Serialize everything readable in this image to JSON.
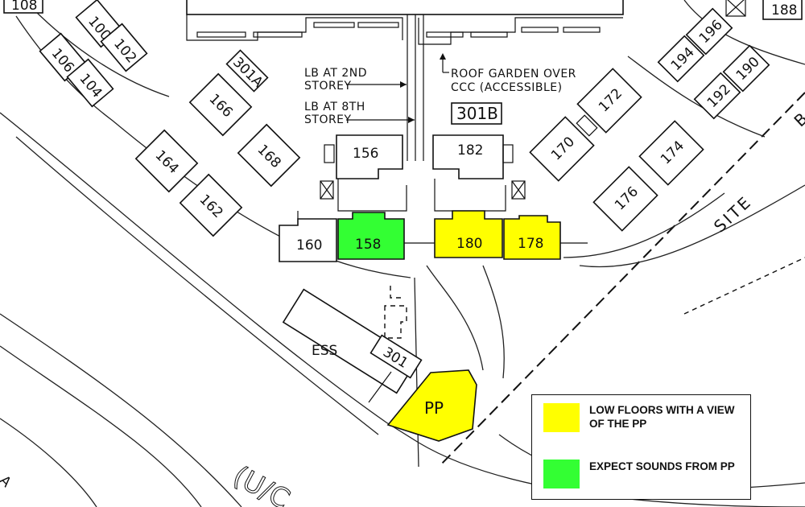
{
  "colors": {
    "yellow": "#ffff00",
    "green": "#33ff33",
    "ink": "#111111"
  },
  "blocks": {
    "b100": "100",
    "b102": "102",
    "b104": "104",
    "b106": "106",
    "b108": "108",
    "b156": "156",
    "b158": "158",
    "b160": "160",
    "b162": "162",
    "b164": "164",
    "b166": "166",
    "b168": "168",
    "b170": "170",
    "b172": "172",
    "b174": "174",
    "b176": "176",
    "b178": "178",
    "b180": "180",
    "b182": "182",
    "b188": "188",
    "b190": "190",
    "b192": "192",
    "b194": "194",
    "b196": "196",
    "b301": "301",
    "b301a": "301A",
    "b301b": "301B"
  },
  "facilities": {
    "ess": "ESS",
    "pp": "PP"
  },
  "notes": {
    "lb2_line1": "LB AT 2ND",
    "lb2_line2": "STOREY",
    "lb8_line1": "LB AT 8TH",
    "lb8_line2": "STOREY",
    "roof_line1": "ROOF GARDEN OVER",
    "roof_line2": "CCC (ACCESSIBLE)"
  },
  "edge_text": {
    "site": "SITE",
    "site_partial": "B",
    "road_partial": "(U/C",
    "left_partial": "A"
  },
  "legend": [
    {
      "color": "yellow",
      "label": "LOW FLOORS WITH A VIEW OF THE PP"
    },
    {
      "color": "green",
      "label": "EXPECT SOUNDS FROM PP"
    }
  ]
}
